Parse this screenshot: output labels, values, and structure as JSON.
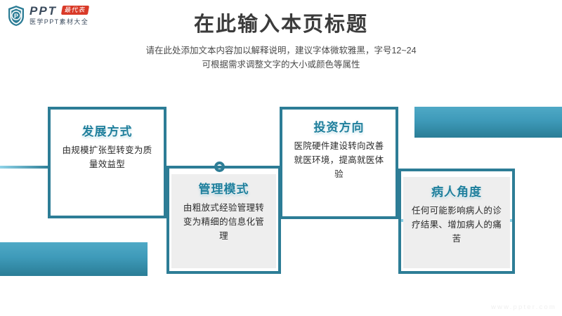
{
  "brand": {
    "shield_letter": "P",
    "wordmark": "PPT",
    "badge": "最代表",
    "tagline": "医学PPT素材大全"
  },
  "header": {
    "title": "在此输入本页标题",
    "subtitle_line1": "请在此处添加文本内容加以解释说明，建议字体微软雅黑，字号12~24",
    "subtitle_line2": "可根据需求调整文字的大小或颜色等属性"
  },
  "cards": [
    {
      "title": "发展方式",
      "body": "由规模扩张型转变为质量效益型"
    },
    {
      "title": "管理模式",
      "body": "由粗放式经验管理转变为精细的信息化管理"
    },
    {
      "title": "投资方向",
      "body": "医院硬件建设转向改善就医环境，提高就医体验"
    },
    {
      "title": "病人角度",
      "body": "任何可能影响病人的诊疗结果、增加病人的痛苦"
    }
  ],
  "footer": {
    "watermark": "www.ppter.com"
  },
  "colors": {
    "accent_teal": "#2d7d96",
    "accent_light": "#4fa9c6",
    "title_text": "#3b3b3b",
    "card_title": "#1f7f9c",
    "badge_red": "#d93a28",
    "shade": "#eeeeee"
  }
}
